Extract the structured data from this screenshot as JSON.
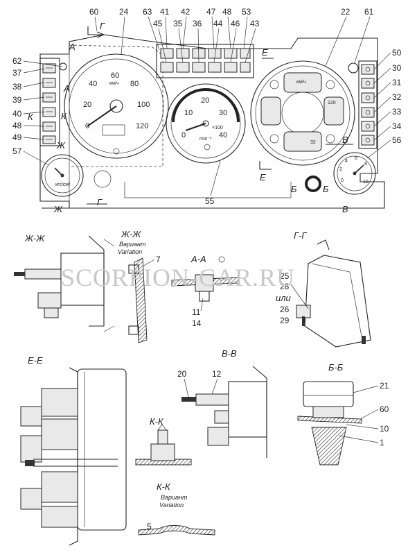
{
  "callouts_top": [
    "60",
    "24",
    "63",
    "41",
    "42",
    "47",
    "48",
    "53",
    "45",
    "35",
    "36",
    "44",
    "46",
    "43",
    "22",
    "61"
  ],
  "callouts_left": [
    "62",
    "37",
    "38",
    "39",
    "40",
    "48",
    "49",
    "57"
  ],
  "callouts_right": [
    "50",
    "30",
    "31",
    "32",
    "33",
    "34",
    "56"
  ],
  "callout_bottom": "55",
  "section_marks": {
    "g": "Г",
    "a": "А",
    "e": "Е",
    "k": "К",
    "zh": "Ж",
    "b": "Б",
    "v": "В"
  },
  "speedometer": {
    "ticks": [
      "20",
      "40",
      "60",
      "80",
      "100",
      "120",
      "0"
    ],
    "unit": "км/ч"
  },
  "tachometer": {
    "ticks": [
      "0",
      "10",
      "20",
      "30",
      "40"
    ],
    "unit": "min⁻¹",
    "scale": "×100"
  },
  "combo": {
    "top": "км/ч",
    "right_value": "120",
    "bottom_value": "32"
  },
  "small_gauge_left": {
    "unit": "кгс/см²"
  },
  "small_gauge_right": {
    "ticks": [
      "0",
      "2",
      "4",
      "6",
      "8",
      "10"
    ]
  },
  "section_titles": {
    "zh_zh_1": "Ж-Ж",
    "zh_zh_2": "Ж-Ж",
    "variant_ru": "Вариант",
    "variant_en": "Variation",
    "a_a": "А-А",
    "g_g": "Г-Г",
    "v_v": "В-В",
    "e_e": "Е-Е",
    "b_b": "Б-Б",
    "k_k_1": "К-К",
    "k_k_2": "К-К"
  },
  "section_callouts": {
    "seven": "7",
    "eleven": "11",
    "fourteen": "14",
    "twentyfive": "25",
    "twentyeight": "28",
    "ili": "или",
    "twentysix": "26",
    "twentynine": "29",
    "twenty": "20",
    "twelve": "12",
    "twentyone": "21",
    "sixty": "60",
    "ten": "10",
    "one": "1",
    "five": "5"
  },
  "watermark": "SCORPION-CAR.RU"
}
